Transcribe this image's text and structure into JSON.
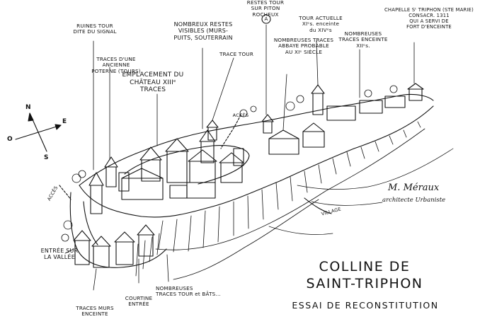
{
  "title": {
    "line1": "COLLINE DE",
    "line2": "SAINT-TRIPHON",
    "line3": "ESSAI DE RECONSTITUTION"
  },
  "signature": {
    "name": "M. Méraux",
    "role": "architecte Urbaniste"
  },
  "compass": {
    "n": "N",
    "e": "E",
    "s": "S",
    "w": "O"
  },
  "annotations": {
    "ruines_tour": "RUINES TOUR\nDITE DU SIGNAL",
    "poterne": "TRACES D'UNE ANCIENNE\nPOTERNE (TOURS)",
    "chateau": "EMPLACEMENT DU\nCHÂTEAU XIIIᵉ\nTRACES",
    "restes_visibles": "NOMBREUX RESTES\nVISIBLES (MURS-\nPUITS, SOUTERRAIN",
    "trace_tour": "TRACE TOUR",
    "piton": "RESTES TOUR\nSUR PITON\nROCHEUX",
    "abbaye": "NOMBREUSES TRACES\nABBAYE PROBABLE\nAU XIᵉ SIÈCLE",
    "abbaye_marker": "A",
    "tour_actuelle": "TOUR ACTUELLE\nXIᵉs. enceinte\ndu XIVᵉs",
    "enceinte_xiie": "NOMBREUSES\nTRACES ENCEINTE\nXIIᵉs.",
    "chapelle": "CHAPELLE Sᵗ TRIPHON (STE MARIE)\nCONSACR. 1311\nQUI A SERVI DE\nFORT D'ENCEINTE",
    "acces": "ACCÈS",
    "entree_vallee": "ENTRÉE SUR\nLA VALLÉE",
    "traces_murs": "TRACES MURS\nENCEINTE",
    "courtine": "COURTINE\nENTRÉE",
    "traces_tour_bats": "NOMBREUSES\nTRACES TOUR et BÂTS…",
    "village": "VILLAGE",
    "acces_left": "ACCÈS"
  }
}
